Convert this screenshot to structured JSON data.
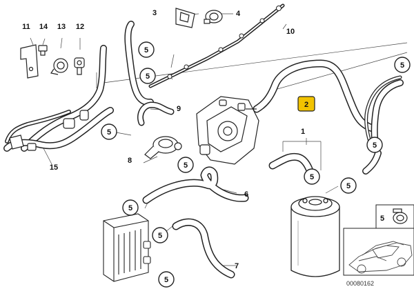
{
  "diagram": {
    "parts": [
      {
        "id": "p1",
        "label": "1"
      },
      {
        "id": "p2",
        "label": "2"
      },
      {
        "id": "p3",
        "label": "3"
      },
      {
        "id": "p4",
        "label": "4"
      },
      {
        "id": "p6",
        "label": "6"
      },
      {
        "id": "p7",
        "label": "7"
      },
      {
        "id": "p8",
        "label": "8"
      },
      {
        "id": "p9",
        "label": "9"
      },
      {
        "id": "p10",
        "label": "10"
      },
      {
        "id": "p11",
        "label": "11"
      },
      {
        "id": "p12",
        "label": "12"
      },
      {
        "id": "p13",
        "label": "13"
      },
      {
        "id": "p14",
        "label": "14"
      },
      {
        "id": "p15",
        "label": "15"
      }
    ],
    "callout_label": "5",
    "inset_label": "5",
    "drawing_code": "00080162",
    "colors": {
      "line": "#222222",
      "highlight": "#f2c300"
    }
  }
}
